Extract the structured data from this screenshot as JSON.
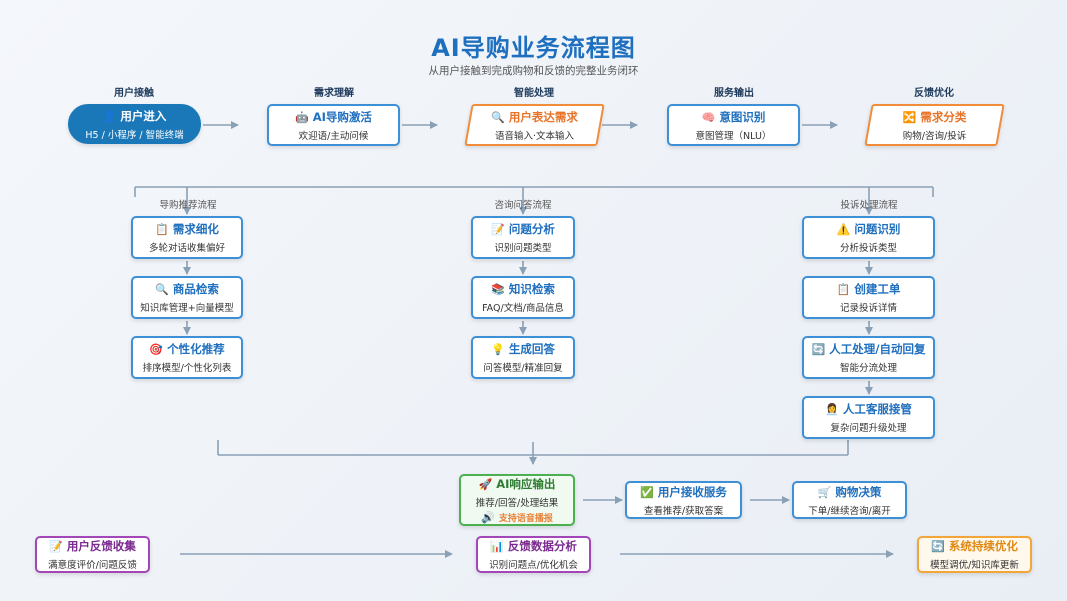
{
  "title": "AI导购业务流程图",
  "subtitle": "从用户接触到完成购物和反馈的完整业务闭环",
  "stages": [
    "用户接触",
    "需求理解",
    "智能处理",
    "服务输出",
    "反馈优化"
  ],
  "top_row": [
    {
      "icon": "person-icon",
      "glyph": "👤",
      "title": "用户进入",
      "sub": "H5 / 小程序 / 智能终端"
    },
    {
      "icon": "robot-icon",
      "glyph": "🤖",
      "title": "AI导购激活",
      "sub": "欢迎语/主动问候"
    },
    {
      "icon": "search-icon",
      "glyph": "🔍",
      "title": "用户表达需求",
      "sub": "语音输入·文本输入"
    },
    {
      "icon": "brain-icon",
      "glyph": "🧠",
      "title": "意图识别",
      "sub": "意图管理（NLU）"
    },
    {
      "icon": "shuffle-icon",
      "glyph": "🔀",
      "title": "需求分类",
      "sub": "购物/咨询/投诉"
    }
  ],
  "flows": {
    "shopping": {
      "label": "导购推荐流程",
      "nodes": [
        {
          "icon": "clipboard-icon",
          "glyph": "📋",
          "title": "需求细化",
          "sub": "多轮对话收集偏好"
        },
        {
          "icon": "search-icon",
          "glyph": "🔍",
          "title": "商品检索",
          "sub": "知识库管理+向量模型"
        },
        {
          "icon": "target-icon",
          "glyph": "🎯",
          "title": "个性化推荐",
          "sub": "排序模型/个性化列表"
        }
      ]
    },
    "consult": {
      "label": "咨询问答流程",
      "nodes": [
        {
          "icon": "memo-icon",
          "glyph": "📝",
          "title": "问题分析",
          "sub": "识别问题类型"
        },
        {
          "icon": "books-icon",
          "glyph": "📚",
          "title": "知识检索",
          "sub": "FAQ/文档/商品信息"
        },
        {
          "icon": "bulb-icon",
          "glyph": "💡",
          "title": "生成回答",
          "sub": "问答模型/精准回复"
        }
      ]
    },
    "complaint": {
      "label": "投诉处理流程",
      "nodes": [
        {
          "icon": "warning-icon",
          "glyph": "⚠️",
          "title": "问题识别",
          "sub": "分析投诉类型"
        },
        {
          "icon": "clipboard-icon",
          "glyph": "📋",
          "title": "创建工单",
          "sub": "记录投诉详情"
        },
        {
          "icon": "refresh-icon",
          "glyph": "🔄",
          "title": "人工处理/自动回复",
          "sub": "智能分流处理"
        },
        {
          "icon": "agent-icon",
          "glyph": "👩‍💼",
          "title": "人工客服接管",
          "sub": "复杂问题升级处理"
        }
      ]
    }
  },
  "output_row": [
    {
      "icon": "rocket-icon",
      "glyph": "🚀",
      "title": "AI响应输出",
      "sub": "推荐/回答/处理结果",
      "extra_icon": "speaker-icon",
      "extra_glyph": "🔊",
      "extra": "支持语音播报"
    },
    {
      "icon": "check-icon",
      "glyph": "✅",
      "title": "用户接收服务",
      "sub": "查看推荐/获取答案"
    },
    {
      "icon": "cart-icon",
      "glyph": "🛒",
      "title": "购物决策",
      "sub": "下单/继续咨询/离开"
    }
  ],
  "feedback_row": [
    {
      "icon": "memo-icon",
      "glyph": "📝",
      "title": "用户反馈收集",
      "sub": "满意度评价/问题反馈"
    },
    {
      "icon": "chart-icon",
      "glyph": "📊",
      "title": "反馈数据分析",
      "sub": "识别问题点/优化机会"
    },
    {
      "icon": "refresh-icon",
      "glyph": "🔄",
      "title": "系统持续优化",
      "sub": "模型调优/知识库更新"
    }
  ]
}
